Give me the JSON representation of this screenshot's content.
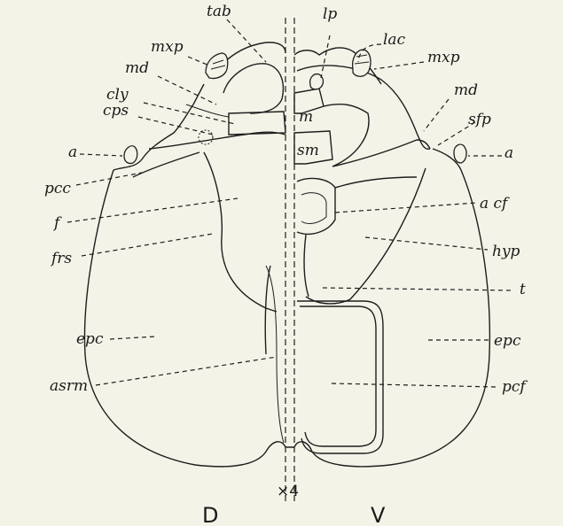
{
  "labels": {
    "tab": "tab",
    "lp": "lp",
    "lac": "lac",
    "mxp_left": "mxp",
    "mxp_right": "mxp",
    "md_left": "md",
    "md_right": "md",
    "cly": "cly",
    "cps": "cps",
    "sfp": "sfp",
    "a_left": "a",
    "a_right": "a",
    "m": "m",
    "sm": "sm",
    "pcc": "pcc",
    "f": "f",
    "acf": "a cf",
    "frs": "frs",
    "hyp": "hyp",
    "t": "t",
    "epc_left": "epc",
    "epc_right": "epc",
    "asrm": "asrm",
    "pcf": "pcf"
  },
  "magnification": "×4",
  "side_labels": {
    "dorsal": "D",
    "ventral": "V"
  }
}
